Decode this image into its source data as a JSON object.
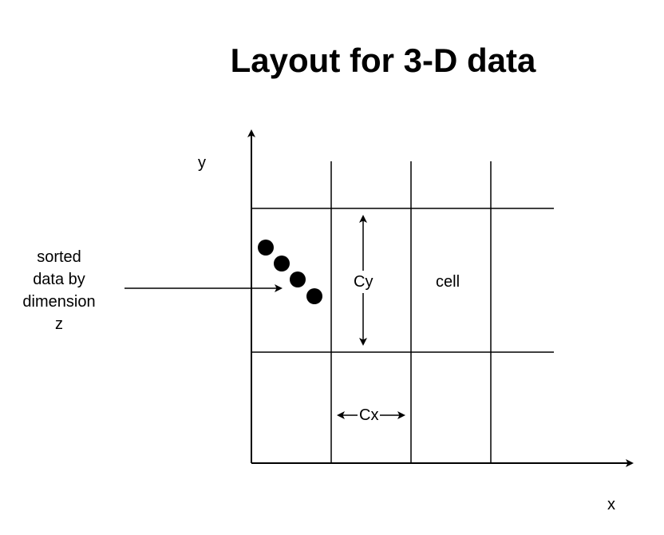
{
  "title": "Layout for 3-D data",
  "axes": {
    "x_label": "x",
    "y_label": "y"
  },
  "labels": {
    "cell": "cell",
    "cell_height": "Cy",
    "cell_width": "Cx"
  },
  "side_note": {
    "lines": [
      "sorted",
      "data by",
      "dimension",
      "z"
    ]
  },
  "points_count": 4,
  "colors": {
    "stroke": "#000000",
    "fill": "#000000",
    "background": "#ffffff"
  }
}
